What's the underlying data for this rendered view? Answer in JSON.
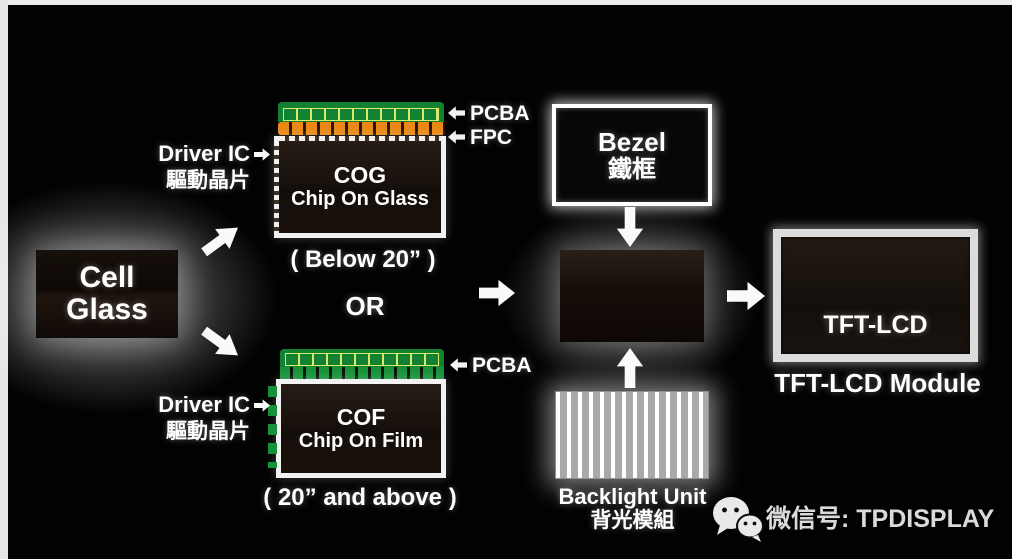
{
  "cell_glass": {
    "line1": "Cell",
    "line2": "Glass"
  },
  "cog": {
    "title": "COG",
    "subtitle": "Chip On Glass",
    "caption": "( Below 20” )",
    "pcba_label": "PCBA",
    "fpc_label": "FPC",
    "driver_ic_en": "Driver IC",
    "driver_ic_zh": "驅動晶片"
  },
  "or_label": "OR",
  "cof": {
    "title": "COF",
    "subtitle": "Chip On Film",
    "caption": "( 20” and above )",
    "pcba_label": "PCBA",
    "driver_ic_en": "Driver IC",
    "driver_ic_zh": "驅動晶片"
  },
  "bezel": {
    "en": "Bezel",
    "zh": "鐵框"
  },
  "backlight": {
    "en": "Backlight Unit",
    "zh": "背光模組"
  },
  "tft_lcd": {
    "screen_label": "TFT-LCD",
    "module_label": "TFT-LCD Module"
  },
  "watermark": {
    "wechat_label": "微信号: TPDISPLAY"
  },
  "colors": {
    "background": "#000000",
    "pcba_green": "#128232",
    "cell_outline_yellow": "#d9e96a",
    "fpc_orange": "#ea8812",
    "glow_white": "#ffffff",
    "frame_gray": "#ececec",
    "module_bezel_gray": "#dcdcdc"
  }
}
